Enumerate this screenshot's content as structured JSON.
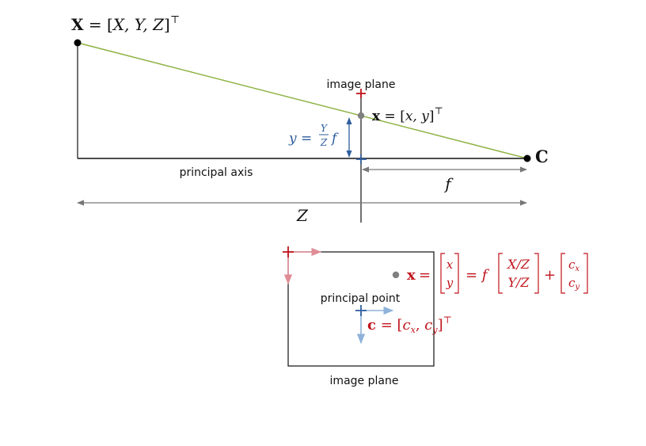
{
  "colors": {
    "ray": "#8fb345",
    "axis": "#111111",
    "dim": "#777777",
    "red": "#c0141c",
    "red_light": "#e08c96",
    "blue": "#2f5e9e",
    "blue_light": "#8fb2d9",
    "point_gray": "#808080"
  },
  "top": {
    "world_point": {
      "bold": "X",
      "eq": " = [",
      "content": "X, Y, Z",
      "close": "]",
      "sup": "⊤"
    },
    "camera_center": "C",
    "image_plane_label": "image plane",
    "image_point": {
      "bold": "x",
      "eq": " = [",
      "content": "x, y",
      "close": "]",
      "sup": "⊤"
    },
    "y_eq": {
      "lhs": "y = ",
      "num": "Y",
      "den": "Z",
      "rhs": "f"
    },
    "principal_axis_label": "principal axis",
    "focal_label": "f",
    "depth_label": "Z"
  },
  "bottom": {
    "image_plane_label": "image plane",
    "principal_point_label": "principal point",
    "principal_point_eq": {
      "bold": "c",
      "eq": " = [",
      "content": "c",
      "sub1": "x",
      "sep": ", ",
      "content2": "c",
      "sub2": "y",
      "close": "]",
      "sup": "⊤"
    },
    "projection_eq": {
      "lhs_bold": "x",
      "eq1": "=",
      "vec1": [
        "x",
        "y"
      ],
      "eq2": "= f",
      "vec2": [
        "X/Z",
        "Y/Z"
      ],
      "plus": "+",
      "vec3_base": [
        "c",
        "c"
      ],
      "vec3_sub": [
        "x",
        "y"
      ]
    }
  }
}
